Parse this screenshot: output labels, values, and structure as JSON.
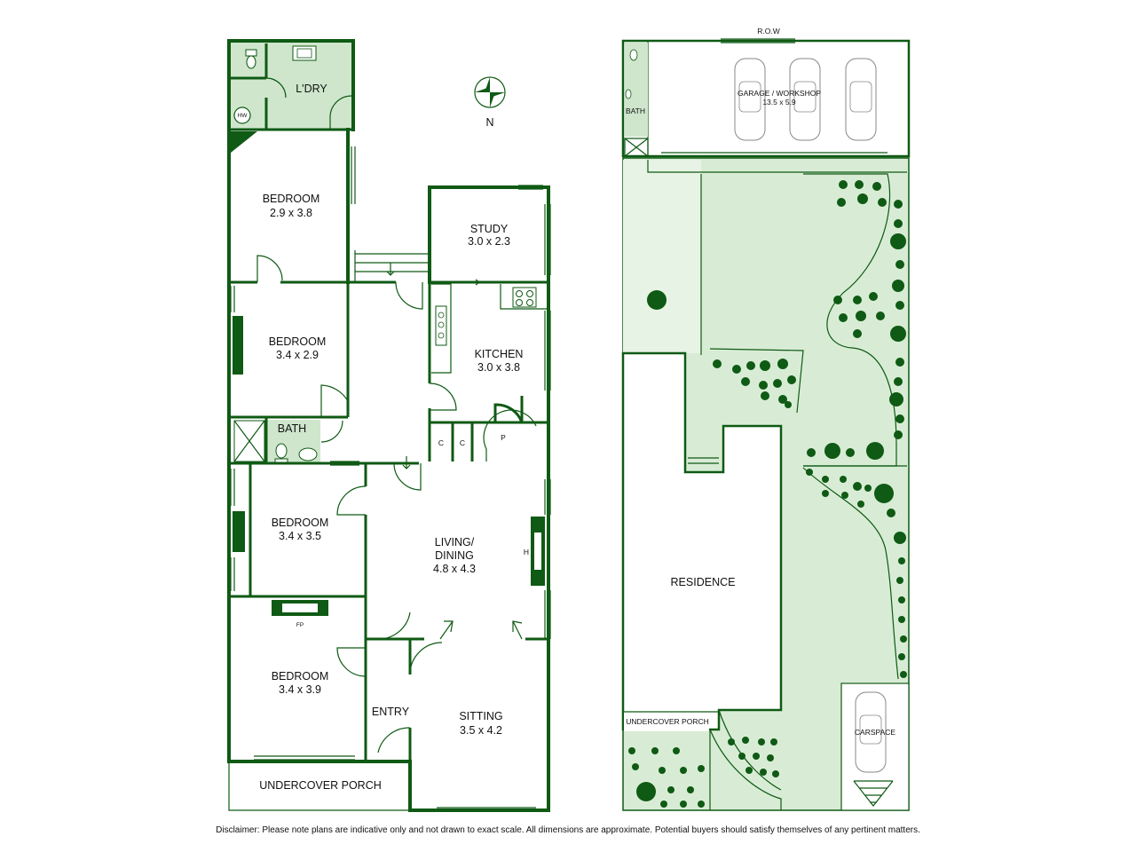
{
  "colors": {
    "wall": "#0f5a14",
    "wet_area": "#cfe6cc",
    "garden": "#d8ecd5",
    "garden_lawn": "#e7f3e4",
    "tree": "#0f5a14",
    "background": "#ffffff"
  },
  "compass": {
    "label": "N",
    "icon": "north-arrow-icon"
  },
  "house_plan": {
    "rooms": [
      {
        "id": "ldry",
        "name": "L'DRY"
      },
      {
        "id": "bed1",
        "name": "BEDROOM",
        "size": "2.9 x 3.8"
      },
      {
        "id": "study",
        "name": "STUDY",
        "size": "3.0 x 2.3"
      },
      {
        "id": "bed2",
        "name": "BEDROOM",
        "size": "3.4 x 2.9"
      },
      {
        "id": "kitchen",
        "name": "KITCHEN",
        "size": "3.0 x 3.8"
      },
      {
        "id": "bath",
        "name": "BATH"
      },
      {
        "id": "bed3",
        "name": "BEDROOM",
        "size": "3.4 x 3.5"
      },
      {
        "id": "living",
        "name": "LIVING/",
        "name2": "DINING",
        "size": "4.8 x 4.3"
      },
      {
        "id": "bed4",
        "name": "BEDROOM",
        "size": "3.4 x 3.9"
      },
      {
        "id": "entry",
        "name": "ENTRY"
      },
      {
        "id": "sitting",
        "name": "SITTING",
        "size": "3.5 x 4.2"
      },
      {
        "id": "porch",
        "name": "UNDERCOVER PORCH"
      }
    ],
    "markers": {
      "hw": "HW",
      "fp": "FP",
      "h": "H",
      "c1": "C",
      "c2": "C",
      "p": "P"
    }
  },
  "site_plan": {
    "row": "R.O.W",
    "garage": {
      "name": "GARAGE / WORKSHOP",
      "size": "13.5 x 5.9"
    },
    "bath": "BATH",
    "residence": "RESIDENCE",
    "porch": "UNDERCOVER PORCH",
    "carspace": "CARSPACE"
  },
  "disclaimer": "Disclaimer: Please note plans are indicative only and not drawn to exact scale. All dimensions are approximate. Potential buyers should satisfy themselves of any pertinent matters."
}
